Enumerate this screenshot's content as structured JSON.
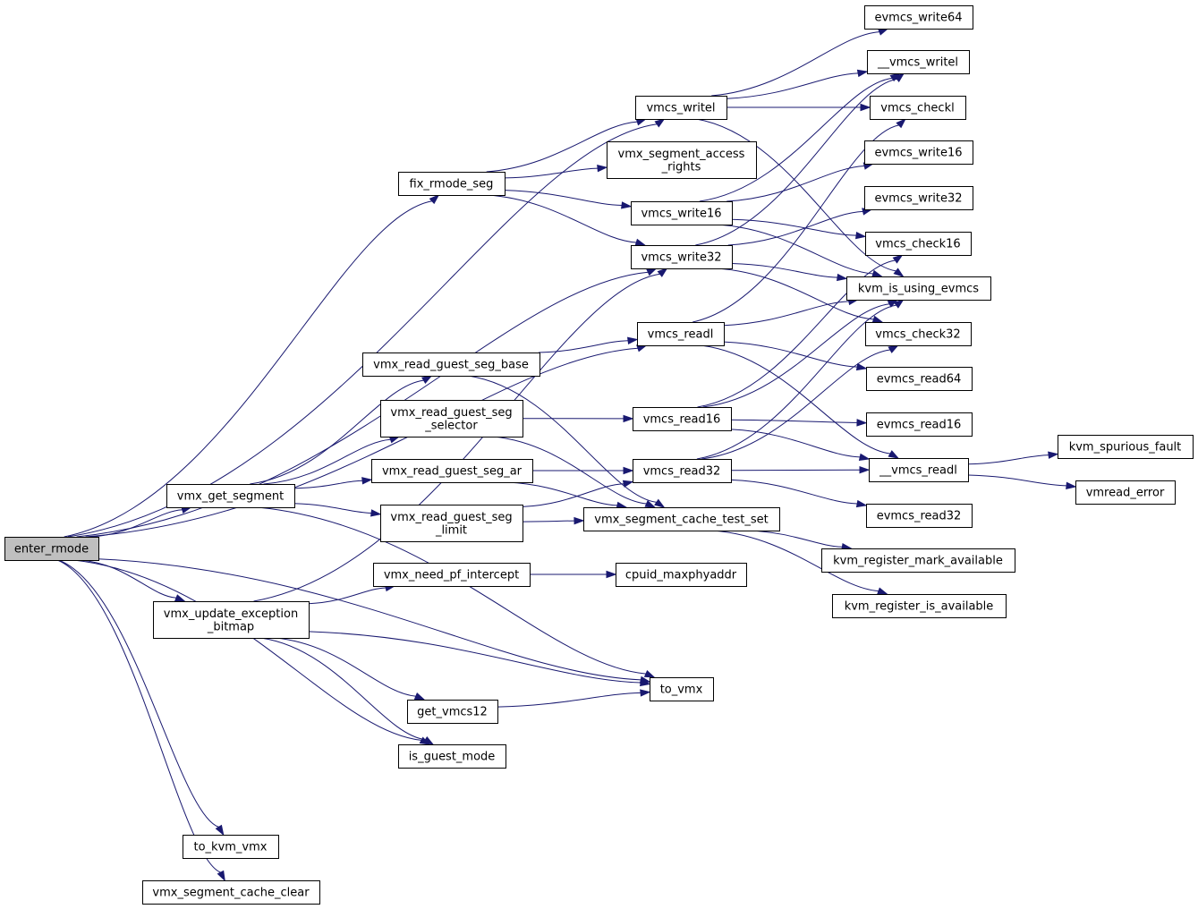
{
  "diagram": {
    "type": "call-graph",
    "root": "enter_rmode",
    "colors": {
      "edge": "#191970",
      "root_fill": "#bfbfbf",
      "node_fill": "#ffffff",
      "node_border": "#000000"
    },
    "nodes": [
      {
        "id": "enter_rmode",
        "lines": [
          "enter_rmode"
        ]
      },
      {
        "id": "evmcs_write64",
        "lines": [
          "evmcs_write64"
        ]
      },
      {
        "id": "vmcs_writel_raw",
        "lines": [
          "__vmcs_writel"
        ]
      },
      {
        "id": "vmcs_writel",
        "lines": [
          "vmcs_writel"
        ]
      },
      {
        "id": "vmcs_checkl",
        "lines": [
          "vmcs_checkl"
        ]
      },
      {
        "id": "vmx_segment_access_rights",
        "lines": [
          "vmx_segment_access",
          "_rights"
        ]
      },
      {
        "id": "evmcs_write16",
        "lines": [
          "evmcs_write16"
        ]
      },
      {
        "id": "fix_rmode_seg",
        "lines": [
          "fix_rmode_seg"
        ]
      },
      {
        "id": "vmcs_write16",
        "lines": [
          "vmcs_write16"
        ]
      },
      {
        "id": "evmcs_write32",
        "lines": [
          "evmcs_write32"
        ]
      },
      {
        "id": "vmcs_check16",
        "lines": [
          "vmcs_check16"
        ]
      },
      {
        "id": "vmcs_write32",
        "lines": [
          "vmcs_write32"
        ]
      },
      {
        "id": "kvm_is_using_evmcs",
        "lines": [
          "kvm_is_using_evmcs"
        ]
      },
      {
        "id": "vmcs_readl",
        "lines": [
          "vmcs_readl"
        ]
      },
      {
        "id": "vmcs_check32",
        "lines": [
          "vmcs_check32"
        ]
      },
      {
        "id": "vmx_read_guest_seg_base",
        "lines": [
          "vmx_read_guest_seg_base"
        ]
      },
      {
        "id": "evmcs_read64",
        "lines": [
          "evmcs_read64"
        ]
      },
      {
        "id": "vmx_read_guest_seg_selector",
        "lines": [
          "vmx_read_guest_seg",
          "_selector"
        ]
      },
      {
        "id": "vmcs_read16",
        "lines": [
          "vmcs_read16"
        ]
      },
      {
        "id": "evmcs_read16",
        "lines": [
          "evmcs_read16"
        ]
      },
      {
        "id": "kvm_spurious_fault",
        "lines": [
          "kvm_spurious_fault"
        ]
      },
      {
        "id": "vmx_read_guest_seg_ar",
        "lines": [
          "vmx_read_guest_seg_ar"
        ]
      },
      {
        "id": "vmcs_read32",
        "lines": [
          "vmcs_read32"
        ]
      },
      {
        "id": "vmcs_readl_raw",
        "lines": [
          "__vmcs_readl"
        ]
      },
      {
        "id": "vmread_error",
        "lines": [
          "vmread_error"
        ]
      },
      {
        "id": "vmx_get_segment",
        "lines": [
          "vmx_get_segment"
        ]
      },
      {
        "id": "vmx_read_guest_seg_limit",
        "lines": [
          "vmx_read_guest_seg",
          "_limit"
        ]
      },
      {
        "id": "vmx_segment_cache_test_set",
        "lines": [
          "vmx_segment_cache_test_set"
        ]
      },
      {
        "id": "evmcs_read32",
        "lines": [
          "evmcs_read32"
        ]
      },
      {
        "id": "kvm_register_mark_available",
        "lines": [
          "kvm_register_mark_available"
        ]
      },
      {
        "id": "vmx_need_pf_intercept",
        "lines": [
          "vmx_need_pf_intercept"
        ]
      },
      {
        "id": "cpuid_maxphyaddr",
        "lines": [
          "cpuid_maxphyaddr"
        ]
      },
      {
        "id": "kvm_register_is_available",
        "lines": [
          "kvm_register_is_available"
        ]
      },
      {
        "id": "vmx_update_exception_bitmap",
        "lines": [
          "vmx_update_exception",
          "_bitmap"
        ]
      },
      {
        "id": "to_vmx",
        "lines": [
          "to_vmx"
        ]
      },
      {
        "id": "get_vmcs12",
        "lines": [
          "get_vmcs12"
        ]
      },
      {
        "id": "is_guest_mode",
        "lines": [
          "is_guest_mode"
        ]
      },
      {
        "id": "to_kvm_vmx",
        "lines": [
          "to_kvm_vmx"
        ]
      },
      {
        "id": "vmx_segment_cache_clear",
        "lines": [
          "vmx_segment_cache_clear"
        ]
      }
    ],
    "edges": [
      [
        "enter_rmode",
        "vmcs_writel"
      ],
      [
        "enter_rmode",
        "fix_rmode_seg"
      ],
      [
        "enter_rmode",
        "vmcs_write32"
      ],
      [
        "enter_rmode",
        "vmcs_readl"
      ],
      [
        "enter_rmode",
        "vmx_get_segment"
      ],
      [
        "enter_rmode",
        "vmx_update_exception_bitmap"
      ],
      [
        "enter_rmode",
        "to_vmx"
      ],
      [
        "enter_rmode",
        "is_guest_mode"
      ],
      [
        "enter_rmode",
        "to_kvm_vmx"
      ],
      [
        "enter_rmode",
        "vmx_segment_cache_clear"
      ],
      [
        "vmcs_writel",
        "evmcs_write64"
      ],
      [
        "vmcs_writel",
        "vmcs_writel_raw"
      ],
      [
        "vmcs_writel",
        "vmcs_checkl"
      ],
      [
        "vmcs_writel",
        "kvm_is_using_evmcs"
      ],
      [
        "fix_rmode_seg",
        "vmcs_writel"
      ],
      [
        "fix_rmode_seg",
        "vmx_segment_access_rights"
      ],
      [
        "fix_rmode_seg",
        "vmcs_write16"
      ],
      [
        "fix_rmode_seg",
        "vmcs_write32"
      ],
      [
        "vmcs_write16",
        "vmcs_writel_raw"
      ],
      [
        "vmcs_write16",
        "evmcs_write16"
      ],
      [
        "vmcs_write16",
        "vmcs_check16"
      ],
      [
        "vmcs_write16",
        "kvm_is_using_evmcs"
      ],
      [
        "vmcs_write32",
        "vmcs_writel_raw"
      ],
      [
        "vmcs_write32",
        "evmcs_write32"
      ],
      [
        "vmcs_write32",
        "kvm_is_using_evmcs"
      ],
      [
        "vmcs_write32",
        "vmcs_check32"
      ],
      [
        "vmcs_readl",
        "vmcs_checkl"
      ],
      [
        "vmcs_readl",
        "kvm_is_using_evmcs"
      ],
      [
        "vmcs_readl",
        "evmcs_read64"
      ],
      [
        "vmcs_readl",
        "vmcs_readl_raw"
      ],
      [
        "vmx_read_guest_seg_base",
        "vmcs_readl"
      ],
      [
        "vmx_read_guest_seg_base",
        "vmx_segment_cache_test_set"
      ],
      [
        "vmx_read_guest_seg_selector",
        "vmcs_read16"
      ],
      [
        "vmx_read_guest_seg_selector",
        "vmx_segment_cache_test_set"
      ],
      [
        "vmx_read_guest_seg_ar",
        "vmcs_read32"
      ],
      [
        "vmx_read_guest_seg_ar",
        "vmx_segment_cache_test_set"
      ],
      [
        "vmx_read_guest_seg_limit",
        "vmcs_read32"
      ],
      [
        "vmx_read_guest_seg_limit",
        "vmx_segment_cache_test_set"
      ],
      [
        "vmcs_read16",
        "vmcs_check16"
      ],
      [
        "vmcs_read16",
        "kvm_is_using_evmcs"
      ],
      [
        "vmcs_read16",
        "evmcs_read16"
      ],
      [
        "vmcs_read16",
        "vmcs_readl_raw"
      ],
      [
        "vmcs_read32",
        "kvm_is_using_evmcs"
      ],
      [
        "vmcs_read32",
        "vmcs_check32"
      ],
      [
        "vmcs_read32",
        "vmcs_readl_raw"
      ],
      [
        "vmcs_read32",
        "evmcs_read32"
      ],
      [
        "vmcs_readl_raw",
        "kvm_spurious_fault"
      ],
      [
        "vmcs_readl_raw",
        "vmread_error"
      ],
      [
        "vmx_get_segment",
        "vmx_read_guest_seg_base"
      ],
      [
        "vmx_get_segment",
        "vmx_read_guest_seg_selector"
      ],
      [
        "vmx_get_segment",
        "vmx_read_guest_seg_ar"
      ],
      [
        "vmx_get_segment",
        "vmx_read_guest_seg_limit"
      ],
      [
        "vmx_get_segment",
        "to_vmx"
      ],
      [
        "vmx_segment_cache_test_set",
        "kvm_register_mark_available"
      ],
      [
        "vmx_segment_cache_test_set",
        "kvm_register_is_available"
      ],
      [
        "vmx_need_pf_intercept",
        "cpuid_maxphyaddr"
      ],
      [
        "vmx_update_exception_bitmap",
        "vmcs_write32"
      ],
      [
        "vmx_update_exception_bitmap",
        "vmx_need_pf_intercept"
      ],
      [
        "vmx_update_exception_bitmap",
        "to_vmx"
      ],
      [
        "vmx_update_exception_bitmap",
        "get_vmcs12"
      ],
      [
        "vmx_update_exception_bitmap",
        "is_guest_mode"
      ],
      [
        "get_vmcs12",
        "to_vmx"
      ]
    ]
  }
}
